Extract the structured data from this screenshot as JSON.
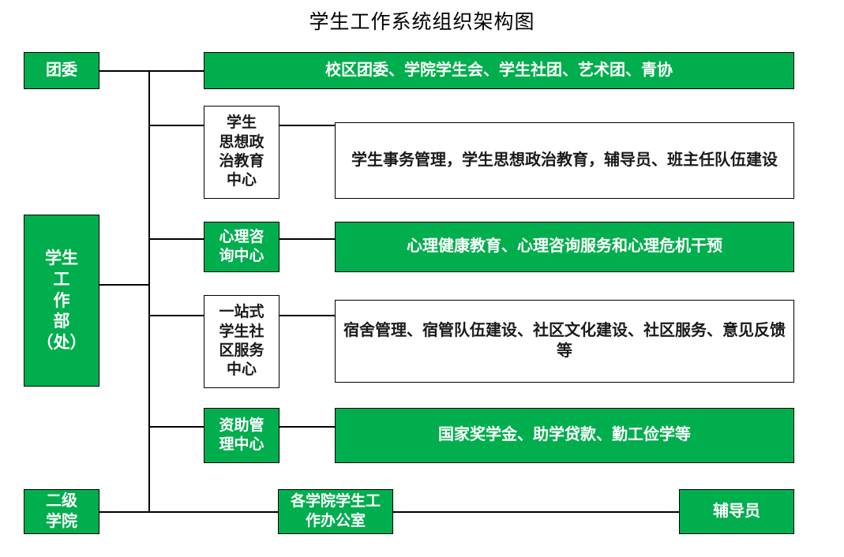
{
  "title": "学生工作系统组织架构图",
  "colors": {
    "green": "#00AE4D",
    "white": "#FFFFFF",
    "border": "#000000",
    "text_dark": "#1A1A1A"
  },
  "nodes": {
    "tuanwei": "团委",
    "xsgzb": "学生\n工\n作\n部\n（处）",
    "xsgzb_plain": "学生工作部（处）",
    "erji_xueyuan": "二级\n学院",
    "sixiang_center": "学生\n思想政\n治教育\n中心",
    "xinli_center": "心理咨\n询中心",
    "yizhanshi_center": "一站式\n学生社\n区服务\n中心",
    "zizhu_center": "资助管\n理中心",
    "geyuan_office": "各学院学生工\n作办公室",
    "fudaoyuan": "辅导员"
  },
  "detail_boxes": {
    "tuanwei_detail": "校区团委、学院学生会、学生社团、艺术团、青协",
    "sixiang_detail": "学生事务管理，学生思想政治教育，辅导员、班主任队伍建设",
    "xinli_detail": "心理健康教育、心理咨询服务和心理危机干预",
    "yizhanshi_detail": "宿舍管理、宿管队伍建设、社区文化建设、社区服务、意见反馈等",
    "zizhu_detail": "国家奖学金、助学贷款、勤工俭学等"
  },
  "chart_data": {
    "type": "diagram",
    "title": "学生工作系统组织架构图",
    "diagram_kind": "organization-chart",
    "root": "学生工作部（处）",
    "nodes": [
      {
        "id": "tuanwei",
        "label": "团委",
        "level": 1,
        "fill": "green"
      },
      {
        "id": "xsgzb",
        "label": "学生工作部（处）",
        "level": 1,
        "fill": "green"
      },
      {
        "id": "erji-xueyuan",
        "label": "二级学院",
        "level": 1,
        "fill": "green"
      },
      {
        "id": "sixiang-center",
        "label": "学生思想政治教育中心",
        "level": 2,
        "fill": "white"
      },
      {
        "id": "xinli-center",
        "label": "心理咨询中心",
        "level": 2,
        "fill": "green"
      },
      {
        "id": "yizhanshi-center",
        "label": "一站式学生社区服务中心",
        "level": 2,
        "fill": "white"
      },
      {
        "id": "zizhu-center",
        "label": "资助管理中心",
        "level": 2,
        "fill": "green"
      },
      {
        "id": "geyuan-office",
        "label": "各学院学生工作办公室",
        "level": 2,
        "fill": "green"
      },
      {
        "id": "fudaoyuan",
        "label": "辅导员",
        "level": 3,
        "fill": "green"
      },
      {
        "id": "tuanwei-detail",
        "label": "校区团委、学院学生会、学生社团、艺术团、青协",
        "level": 3,
        "fill": "green"
      },
      {
        "id": "sixiang-detail",
        "label": "学生事务管理，学生思想政治教育，辅导员、班主任队伍建设",
        "level": 3,
        "fill": "white"
      },
      {
        "id": "xinli-detail",
        "label": "心理健康教育、心理咨询服务和心理危机干预",
        "level": 3,
        "fill": "green"
      },
      {
        "id": "yizhanshi-detail",
        "label": "宿舍管理、宿管队伍建设、社区文化建设、社区服务、意见反馈等",
        "level": 3,
        "fill": "white"
      },
      {
        "id": "zizhu-detail",
        "label": "国家奖学金、助学贷款、勤工俭学等",
        "level": 3,
        "fill": "green"
      }
    ],
    "edges": [
      {
        "from": "xsgzb",
        "to": "tuanwei"
      },
      {
        "from": "xsgzb",
        "to": "sixiang-center"
      },
      {
        "from": "xsgzb",
        "to": "xinli-center"
      },
      {
        "from": "xsgzb",
        "to": "yizhanshi-center"
      },
      {
        "from": "xsgzb",
        "to": "zizhu-center"
      },
      {
        "from": "xsgzb",
        "to": "erji-xueyuan"
      },
      {
        "from": "tuanwei",
        "to": "tuanwei-detail"
      },
      {
        "from": "sixiang-center",
        "to": "sixiang-detail"
      },
      {
        "from": "xinli-center",
        "to": "xinli-detail"
      },
      {
        "from": "yizhanshi-center",
        "to": "yizhanshi-detail"
      },
      {
        "from": "zizhu-center",
        "to": "zizhu-detail"
      },
      {
        "from": "erji-xueyuan",
        "to": "geyuan-office"
      },
      {
        "from": "geyuan-office",
        "to": "fudaoyuan"
      }
    ]
  }
}
